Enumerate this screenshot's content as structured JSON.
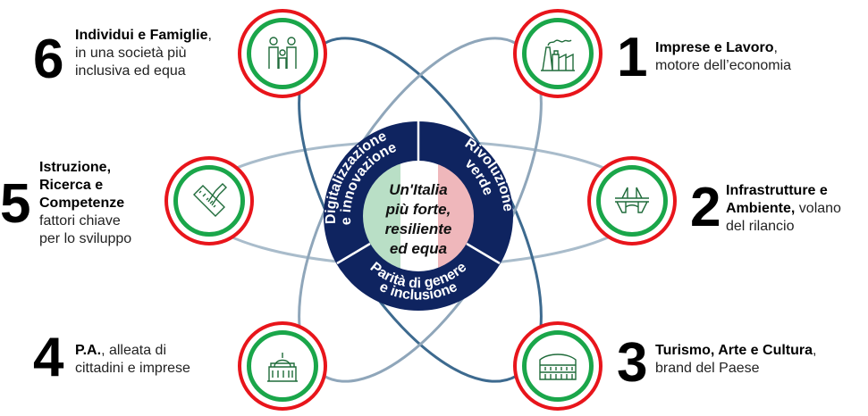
{
  "center": {
    "title_lines": [
      "Un'Italia",
      "più forte,",
      "resiliente",
      "ed equa"
    ],
    "segments": [
      {
        "lines": [
          "Digitalizzazione",
          "e innovazione"
        ]
      },
      {
        "lines": [
          "Rivoluzione",
          "verde"
        ]
      },
      {
        "lines": [
          "Parità di genere",
          "e inclusione"
        ]
      }
    ]
  },
  "missions": [
    {
      "number": "1",
      "bold": "Imprese e Lavoro",
      "rest": ",",
      "line2": "motore dell’economia",
      "icon": "factory-icon"
    },
    {
      "number": "2",
      "bold": "Infrastrutture e",
      "bold2": "Ambiente,",
      "rest": " volano",
      "line2": "del rilancio",
      "icon": "bridge-icon"
    },
    {
      "number": "3",
      "bold": "Turismo, Arte e Cultura",
      "rest": ",",
      "line2": "brand del Paese",
      "icon": "colosseum-icon"
    },
    {
      "number": "4",
      "bold": "P.A.",
      "rest": ", alleata di",
      "line2": "cittadini e imprese",
      "icon": "government-building-icon"
    },
    {
      "number": "5",
      "bold": "Istruzione,",
      "bold2": "Ricerca e",
      "bold3": "Competenze",
      "line2": "fattori chiave",
      "line3": "per lo sviluppo",
      "icon": "ruler-pencil-icon"
    },
    {
      "number": "6",
      "bold": "Individui e Famiglie",
      "rest": ",",
      "line2": "in una società più",
      "line3": "inclusiva ed equa",
      "icon": "family-icon"
    }
  ],
  "colors": {
    "navy": "#0f2460",
    "red": "#e8151b",
    "green": "#1aa64a",
    "orbit": "#a9bccb"
  }
}
